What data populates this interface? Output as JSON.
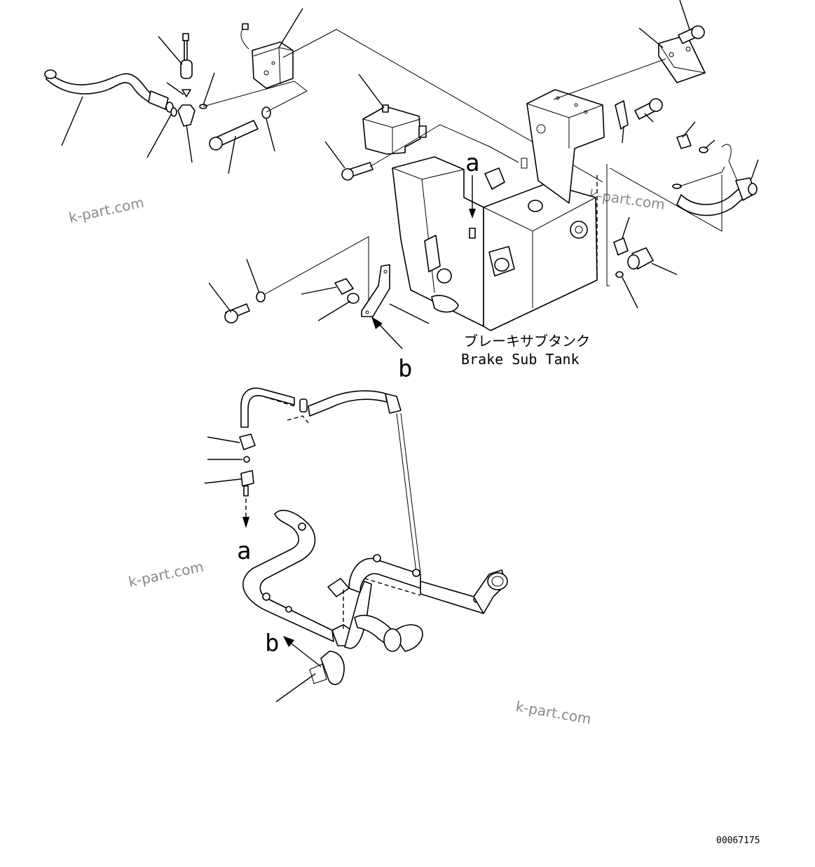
{
  "title_jp": "ブレーキサブタンク",
  "title_en": "Brake Sub Tank",
  "ref_labels": {
    "a_top": "a",
    "b_top": "b",
    "a_bottom": "a",
    "b_bottom": "b"
  },
  "watermarks": [
    "k-part.com",
    "k-part.com",
    "k-part.com",
    "k-part.com"
  ],
  "drawing_number": "00067175"
}
